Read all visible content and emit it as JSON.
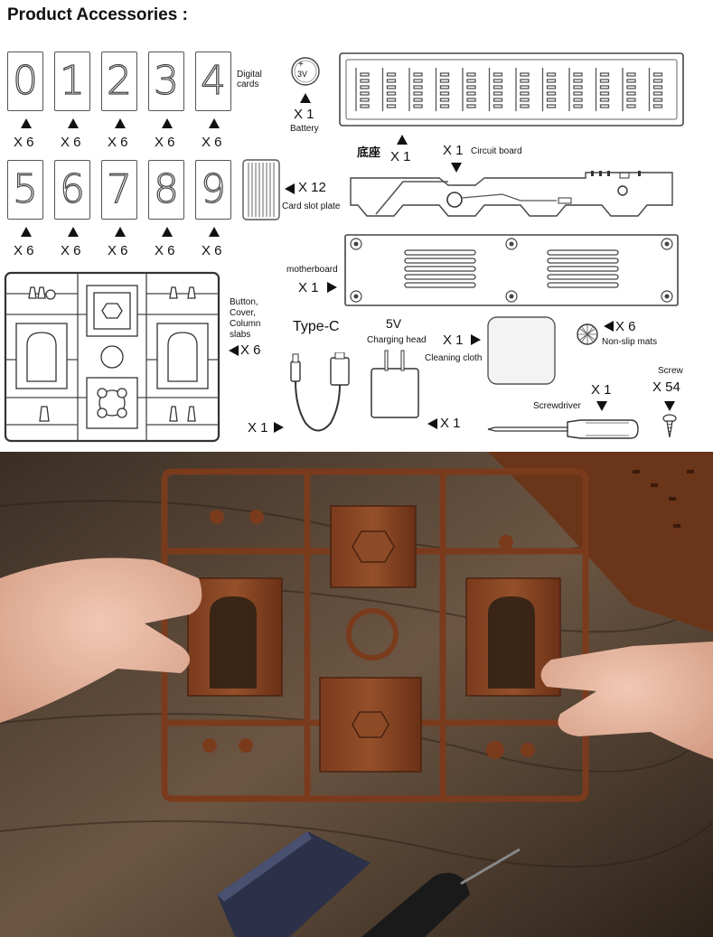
{
  "title": "Product Accessories :",
  "digits_row1": [
    "0",
    "1",
    "2",
    "3",
    "4"
  ],
  "digits_row2": [
    "5",
    "6",
    "7",
    "8",
    "9"
  ],
  "labels": {
    "digital_cards": "Digital\ncards",
    "battery_symbol": "3V",
    "battery_qty": "X 1",
    "battery": "Battery",
    "base_cn": "底座",
    "base_qty": "X 1",
    "circuit_qty": "X 1",
    "circuit_board": "Circuit board",
    "card_slot_qty": "X 12",
    "card_slot_plate": "Card slot plate",
    "motherboard": "motherboard",
    "motherboard_qty": "X 1",
    "sprue_parts": "Button,\nCover,\nColumn\nslabs",
    "sprue_qty": "X 6",
    "type_c": "Type-C",
    "cable_qty": "X 1",
    "charger_v": "5V",
    "charging_head": "Charging head",
    "charger_qty": "X 1",
    "cloth_qty": "X 1",
    "cleaning_cloth": "Cleaning cloth",
    "mats_qty": "X 6",
    "non_slip_mats": "Non-slip mats",
    "screw": "Screw",
    "screw_qty": "X 54",
    "screwdriver_qty": "X 1",
    "screwdriver": "Screwdriver",
    "card_qty": "X 6"
  },
  "colors": {
    "line": "#444444",
    "wood": "#7a3b1d",
    "wood_dark": "#4a2210",
    "table": "#5b4634"
  }
}
